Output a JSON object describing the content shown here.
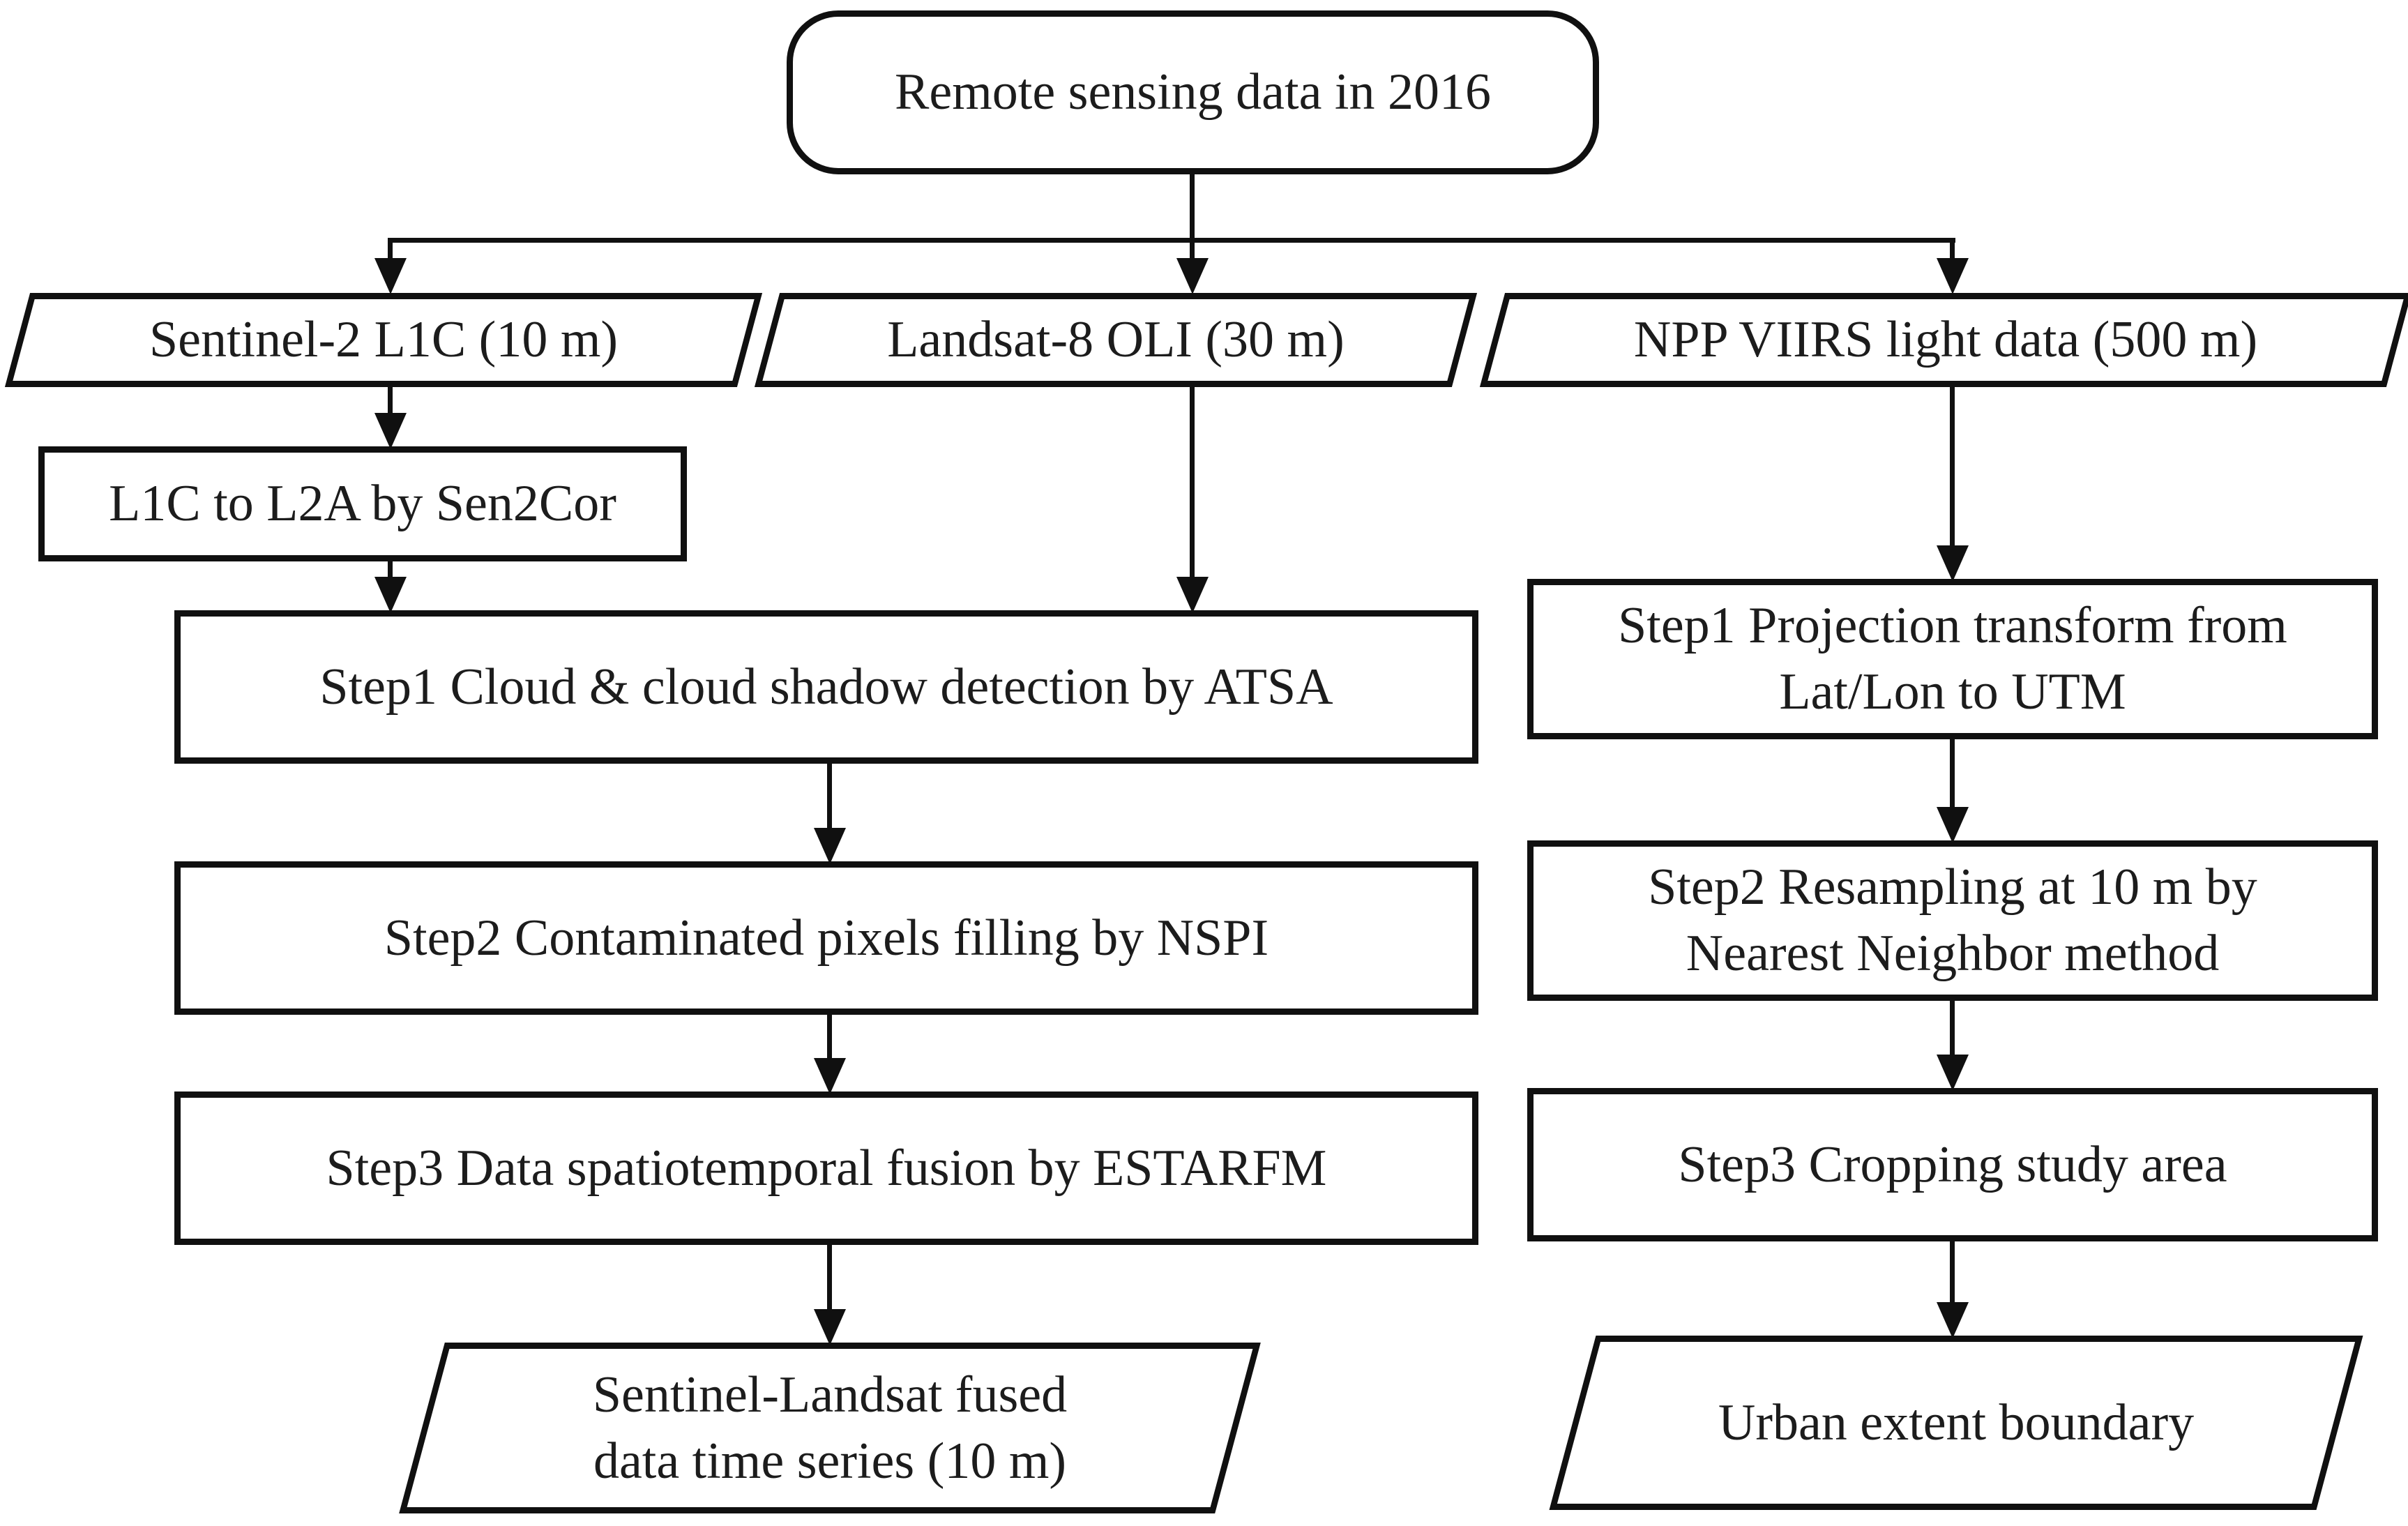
{
  "figure": {
    "background": "#ffffff",
    "stroke_color": "#101010",
    "text_color": "#1c1c1c",
    "nodes": {
      "source": {
        "label": "Remote sensing data in 2016",
        "shape": "rounded-terminator"
      },
      "sentinel": {
        "label": "Sentinel-2 L1C (10 m)",
        "shape": "parallelogram"
      },
      "landsat": {
        "label": "Landsat-8 OLI (30 m)",
        "shape": "parallelogram"
      },
      "viirs": {
        "label": "NPP VIIRS light data (500 m)",
        "shape": "parallelogram"
      },
      "sen2cor": {
        "label": "L1C to L2A by Sen2Cor",
        "shape": "process"
      },
      "left_step1": {
        "label": "Step1 Cloud & cloud shadow detection by ATSA",
        "shape": "process"
      },
      "left_step2": {
        "label": "Step2 Contaminated pixels filling by NSPI",
        "shape": "process"
      },
      "left_step3": {
        "label": "Step3 Data spatiotemporal fusion by ESTARFM",
        "shape": "process"
      },
      "fused": {
        "line1": "Sentinel-Landsat fused",
        "line2": "data time series (10 m)",
        "shape": "parallelogram"
      },
      "right_step1": {
        "line1": "Step1 Projection transform from",
        "line2": "Lat/Lon to UTM",
        "shape": "process"
      },
      "right_step2": {
        "line1": "Step2 Resampling at 10 m by",
        "line2": "Nearest Neighbor method",
        "shape": "process"
      },
      "right_step3": {
        "label": "Step3 Cropping study area",
        "shape": "process"
      },
      "urban": {
        "label": "Urban extent boundary",
        "shape": "parallelogram"
      }
    },
    "edges": [
      {
        "from": "source",
        "to": "sentinel"
      },
      {
        "from": "source",
        "to": "landsat"
      },
      {
        "from": "source",
        "to": "viirs"
      },
      {
        "from": "sentinel",
        "to": "sen2cor"
      },
      {
        "from": "sen2cor",
        "to": "left_step1"
      },
      {
        "from": "landsat",
        "to": "left_step1"
      },
      {
        "from": "left_step1",
        "to": "left_step2"
      },
      {
        "from": "left_step2",
        "to": "left_step3"
      },
      {
        "from": "left_step3",
        "to": "fused"
      },
      {
        "from": "viirs",
        "to": "right_step1"
      },
      {
        "from": "right_step1",
        "to": "right_step2"
      },
      {
        "from": "right_step2",
        "to": "right_step3"
      },
      {
        "from": "right_step3",
        "to": "urban"
      }
    ]
  }
}
